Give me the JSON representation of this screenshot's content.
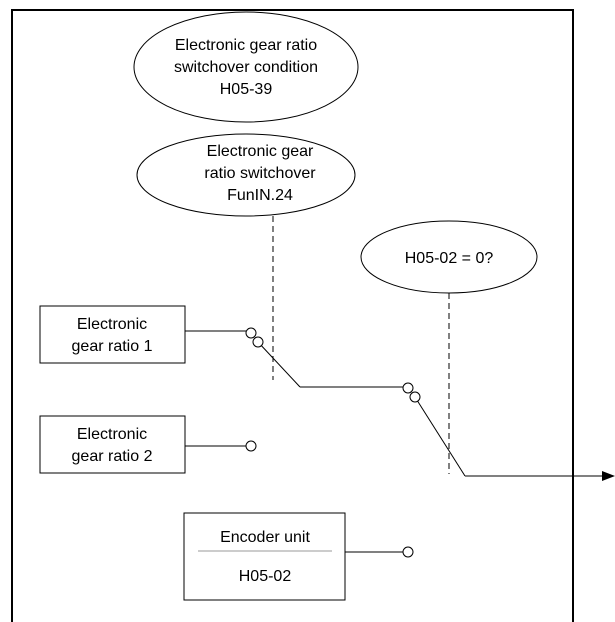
{
  "condition_ellipse": {
    "line1": "Electronic gear ratio",
    "line2": "switchover condition",
    "line3": "H05-39"
  },
  "switchover_ellipse": {
    "line1": "Electronic gear",
    "line2": "ratio switchover",
    "line3": "FunIN.24"
  },
  "h0502_ellipse": {
    "label": "H05-02 = 0?"
  },
  "gear_ratio_1": {
    "line1": "Electronic",
    "line2": "gear ratio 1"
  },
  "gear_ratio_2": {
    "line1": "Electronic",
    "line2": "gear ratio 2"
  },
  "encoder_unit": {
    "title": "Encoder unit",
    "param": "H05-02"
  }
}
